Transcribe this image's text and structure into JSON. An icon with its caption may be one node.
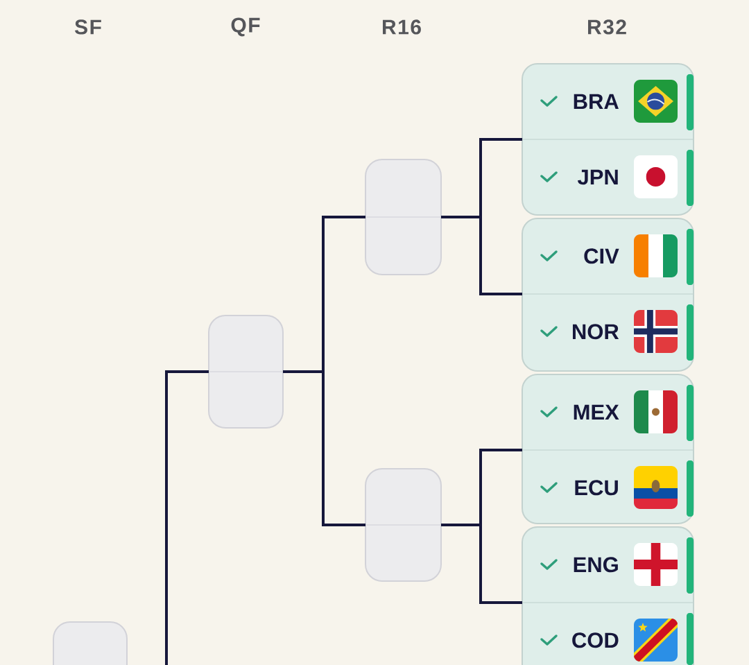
{
  "diagram": {
    "nodes": [
      {
        "text": [],
        "shape": "box"
      },
      {
        "text": [],
        "shape": "box"
      },
      {
        "text": [],
        "shape": "box"
      },
      {
        "text": [],
        "shape": "box"
      },
      {
        "text": [
          "BRA",
          "JPN"
        ]
      },
      {
        "text": [
          "CIV",
          "NOR"
        ]
      },
      {
        "text": [
          "MEX",
          "ECU"
        ]
      },
      {
        "text": [
          "ENG",
          "COD"
        ]
      }
    ],
    "edges": [
      {
        "from": 4,
        "to": 2,
        "arrow": "none"
      },
      {
        "from": 5,
        "to": 2,
        "arrow": "none"
      },
      {
        "from": 6,
        "to": 3,
        "arrow": "none"
      },
      {
        "from": 7,
        "to": 3,
        "arrow": "none"
      },
      {
        "from": 2,
        "to": 1,
        "arrow": "none"
      },
      {
        "from": 3,
        "to": 1,
        "arrow": "none"
      },
      {
        "from": 1,
        "to": null,
        "arrow": "none"
      }
    ],
    "labels": [
      "SF",
      "QF",
      "R16",
      "R32"
    ]
  }
}
